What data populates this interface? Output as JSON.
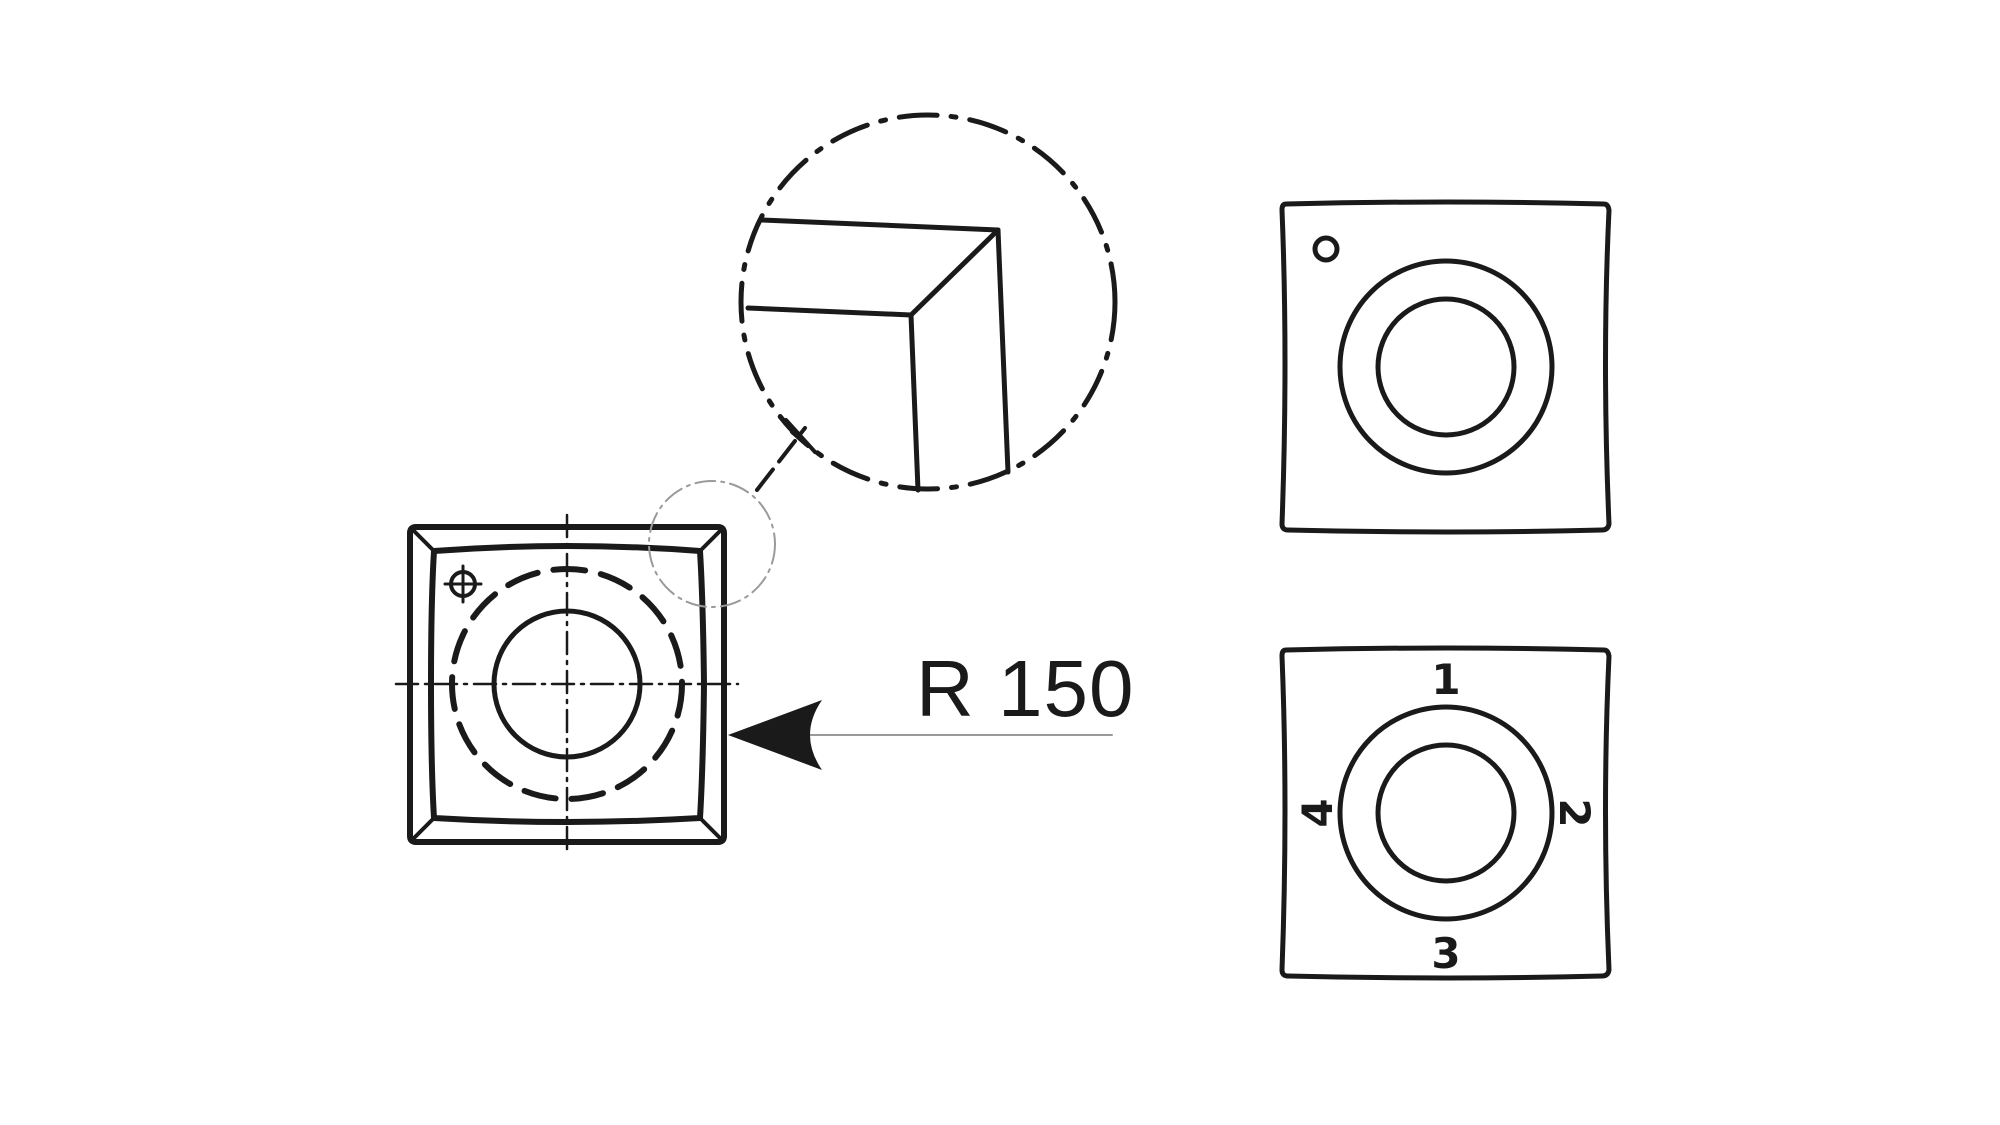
{
  "diagram": {
    "radius_label": "R 150",
    "indexed_edges": {
      "top": "1",
      "right": "2",
      "bottom": "3",
      "left": "4"
    }
  },
  "colors": {
    "line": "#1a1a1a",
    "background": "#ffffff",
    "faint_line": "#9a9a9a"
  }
}
